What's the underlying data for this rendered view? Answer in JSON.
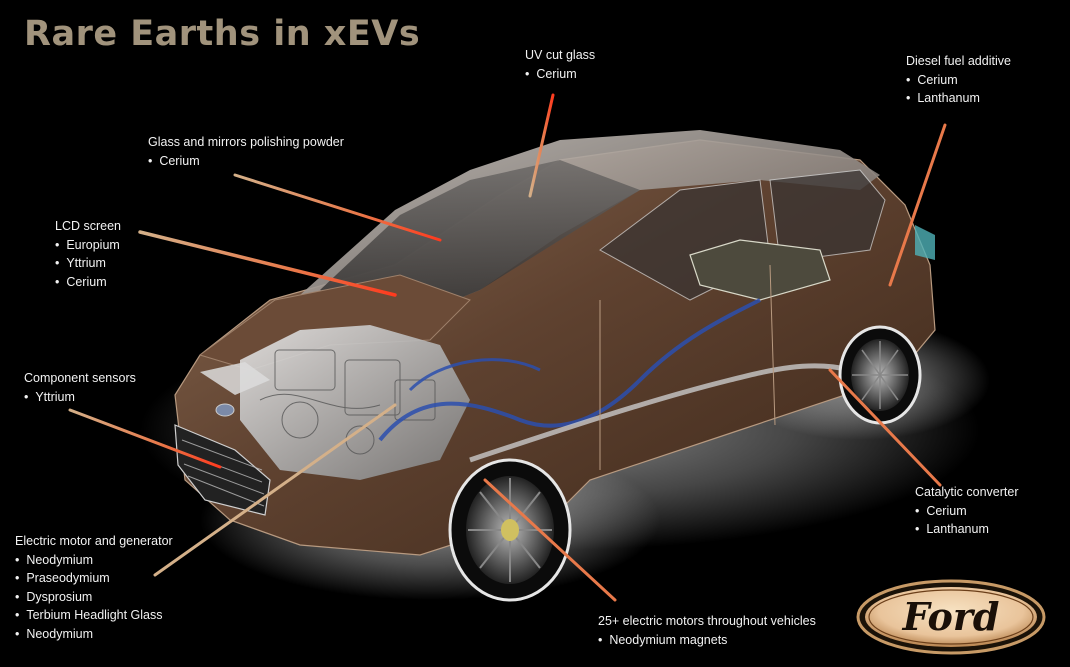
{
  "title": "Rare Earths in xEVs",
  "callouts": {
    "uv_glass": {
      "title": "UV cut glass",
      "items": [
        "Cerium"
      ]
    },
    "diesel": {
      "title": "Diesel fuel additive",
      "items": [
        "Cerium",
        "Lanthanum"
      ]
    },
    "polishing": {
      "title": "Glass and mirrors polishing powder",
      "items": [
        "Cerium"
      ]
    },
    "lcd": {
      "title": "LCD screen",
      "items": [
        "Europium",
        "Yttrium",
        "Cerium"
      ]
    },
    "sensors": {
      "title": "Component sensors",
      "items": [
        "Yttrium"
      ]
    },
    "catalytic": {
      "title": "Catalytic converter",
      "items": [
        "Cerium",
        "Lanthanum"
      ]
    },
    "motor": {
      "title": "Electric motor and generator",
      "items": [
        "Neodymium",
        "Praseodymium",
        "Dysprosium",
        "Terbium Headlight Glass",
        "Neodymium"
      ]
    },
    "motors25": {
      "title": "25+ electric motors throughout vehicles",
      "items": [
        "Neodymium magnets"
      ]
    }
  },
  "logo": {
    "text": "Ford"
  },
  "colors": {
    "title": "#a1937c",
    "text": "#f2f2f2",
    "leader_hot": "#ff3a1e",
    "leader_mid": "#e8794a",
    "leader_cool": "#d4b089",
    "body": "#5a3e2b",
    "background": "#000000"
  }
}
